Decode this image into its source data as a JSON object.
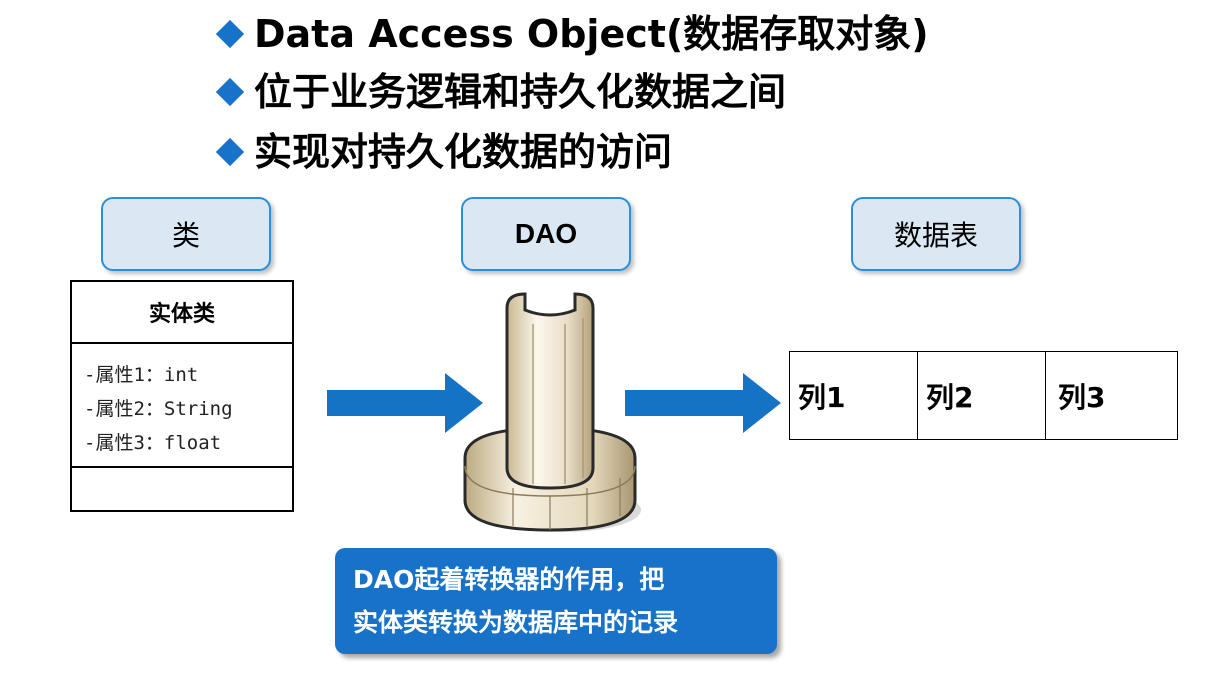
{
  "bullets": [
    "Data Access Object(数据存取对象)",
    "位于业务逻辑和持久化数据之间",
    "实现对持久化数据的访问"
  ],
  "labels": {
    "class": "类",
    "dao": "DAO",
    "table": "数据表"
  },
  "uml": {
    "title": "实体类",
    "attributes": [
      "-属性1：int",
      "-属性2：String",
      "-属性3：float"
    ]
  },
  "table": {
    "columns": [
      "列1",
      "列2",
      "列3"
    ]
  },
  "callout": {
    "line1": "DAO起着转换器的作用，把",
    "line2": "实体类转换为数据库中的记录"
  },
  "colors": {
    "accent_blue": "#1673c9",
    "label_fill": "#dbe8f3",
    "label_border": "#2e8ed9"
  }
}
